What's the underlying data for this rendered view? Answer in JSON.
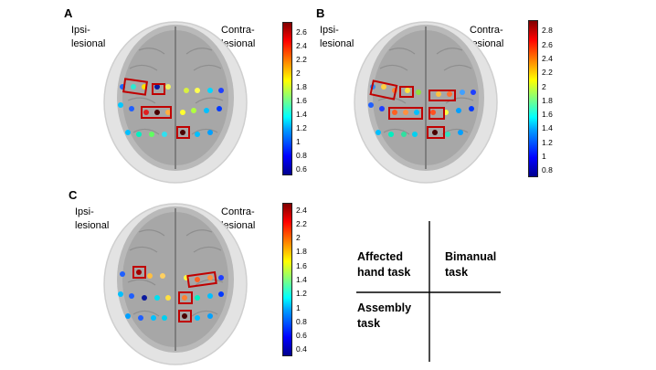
{
  "panels": [
    {
      "letter": "A",
      "ipsi": [
        "Ipsi-",
        "lesional"
      ],
      "contra": [
        "Contra-",
        "lesional"
      ],
      "colorbar": {
        "min": 0.5,
        "max": 2.75,
        "ticks": [
          "2.6",
          "2.4",
          "2.2",
          "2",
          "1.8",
          "1.6",
          "1.4",
          "1.2",
          "1",
          "0.8",
          "0.6"
        ]
      }
    },
    {
      "letter": "B",
      "ipsi": [
        "Ipsi-",
        "lesional"
      ],
      "contra": [
        "Contra-",
        "lesional"
      ],
      "colorbar": {
        "min": 0.7,
        "max": 2.95,
        "ticks": [
          "2.8",
          "2.6",
          "2.4",
          "2.2",
          "2",
          "1.8",
          "1.6",
          "1.4",
          "1.2",
          "1",
          "0.8"
        ]
      }
    },
    {
      "letter": "C",
      "ipsi": [
        "Ipsi-",
        "lesional"
      ],
      "contra": [
        "Contra-",
        "lesional"
      ],
      "colorbar": {
        "min": 0.3,
        "max": 2.5,
        "ticks": [
          "2.4",
          "2.2",
          "2",
          "1.8",
          "1.6",
          "1.4",
          "1.2",
          "1",
          "0.8",
          "0.6",
          "0.4"
        ]
      }
    }
  ],
  "legend": {
    "top_left": [
      "Affected",
      "hand task"
    ],
    "top_right": [
      "Bimanual",
      "task"
    ],
    "bottom_left": [
      "Assembly",
      "task"
    ]
  },
  "colors": {
    "highlight_box": "#c00000",
    "line": "#000000"
  }
}
